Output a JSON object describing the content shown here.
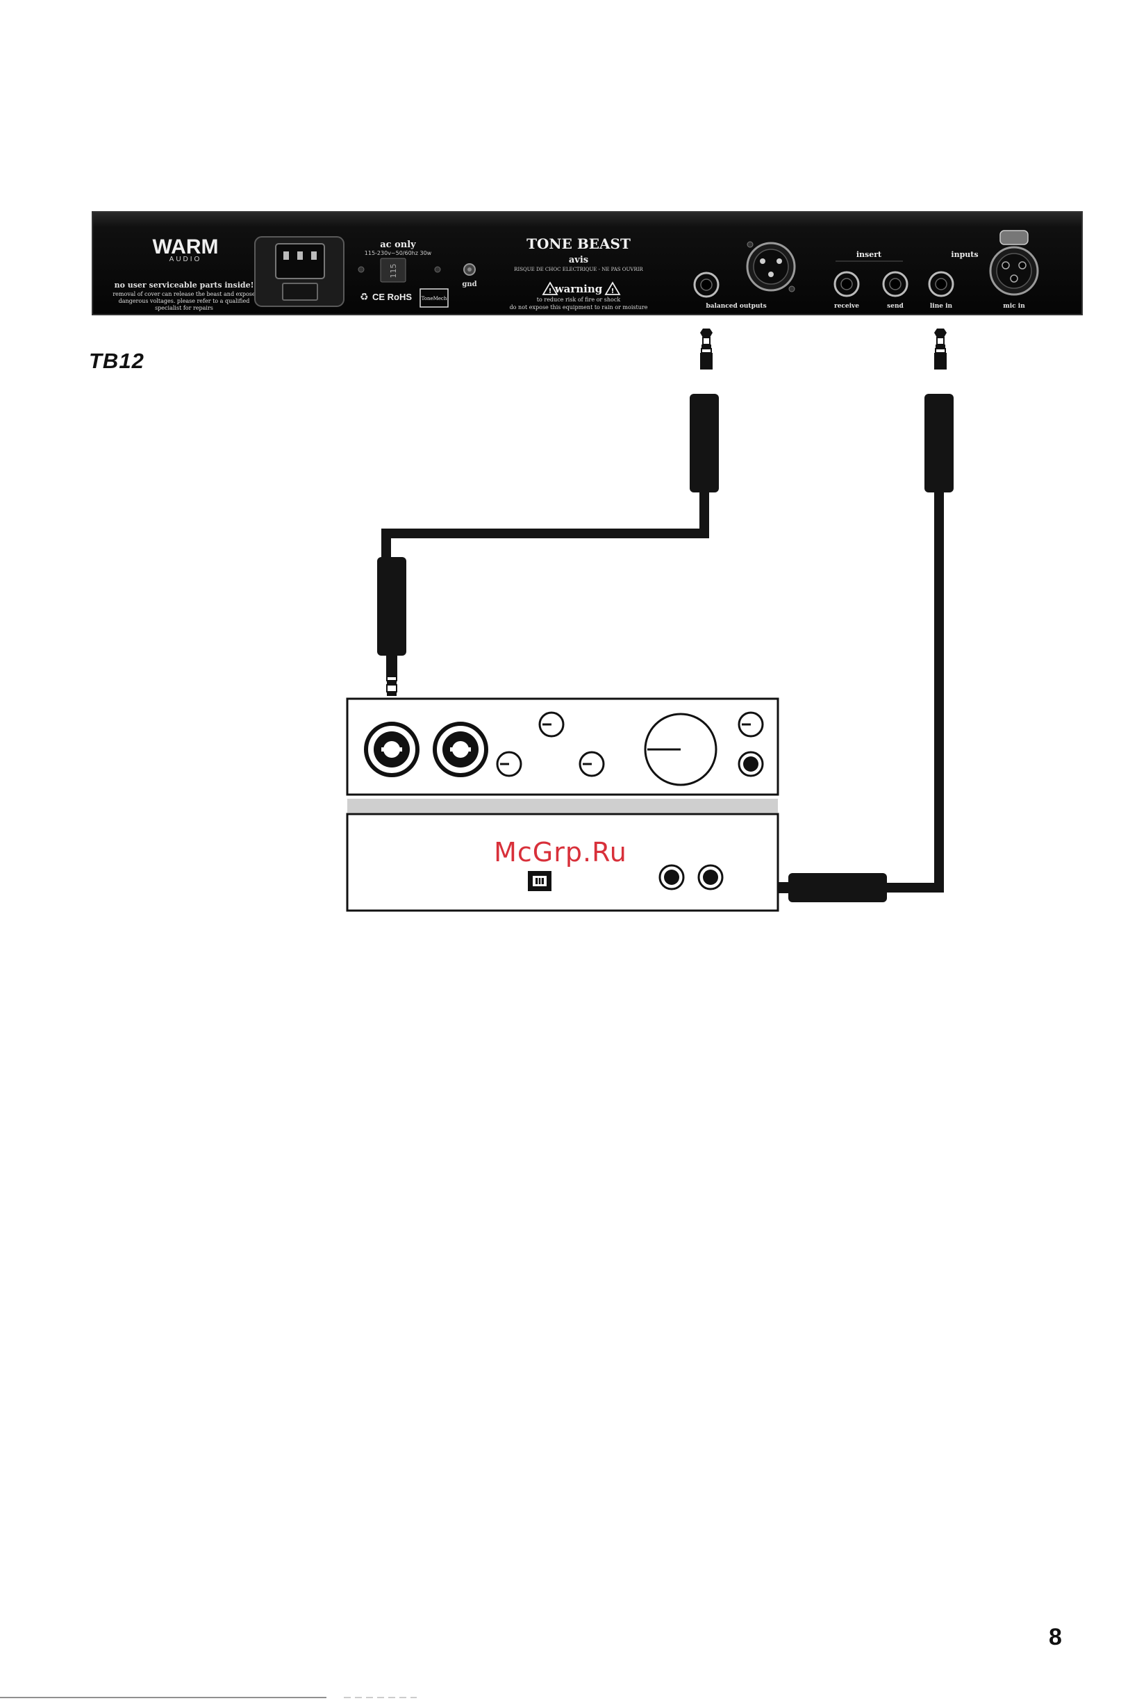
{
  "rear_panel": {
    "brand": "WARM",
    "brand_sub": "AUDIO",
    "safety_heading": "no user serviceable parts inside!",
    "safety_lines": [
      "removal of cover can release the beast and expose",
      "dangerous voltages. please refer to a qualified",
      "specialist for repairs"
    ],
    "ac_only": "ac only",
    "power_spec": "115-230v~50/60hz 30w",
    "voltage_switch": "115",
    "gnd": "gnd",
    "certifications": "CE RoHS",
    "made_by_badge": "ToneMech",
    "product": "TONE BEAST",
    "avis": "avis",
    "risque": "RISQUE DE CHOC ELECTRIQUE - NE PAS OUVRIR",
    "warning": "warning",
    "warning_lines": [
      "to reduce risk of fire or shock",
      "do not expose this equipment to rain or moisture"
    ],
    "balanced_outputs": "balanced outputs",
    "insert": "insert",
    "receive": "receive",
    "send": "send",
    "inputs": "inputs",
    "line_in": "line in",
    "mic_in": "mic in"
  },
  "model_label": "TB12",
  "watermark": "McGrp.Ru",
  "page_number": "8",
  "colors": {
    "panel": "#111111",
    "panel_text": "#e8e8e8",
    "cable": "#141414",
    "interface_gap": "#cfcfcf",
    "watermark": "#d8303a"
  }
}
